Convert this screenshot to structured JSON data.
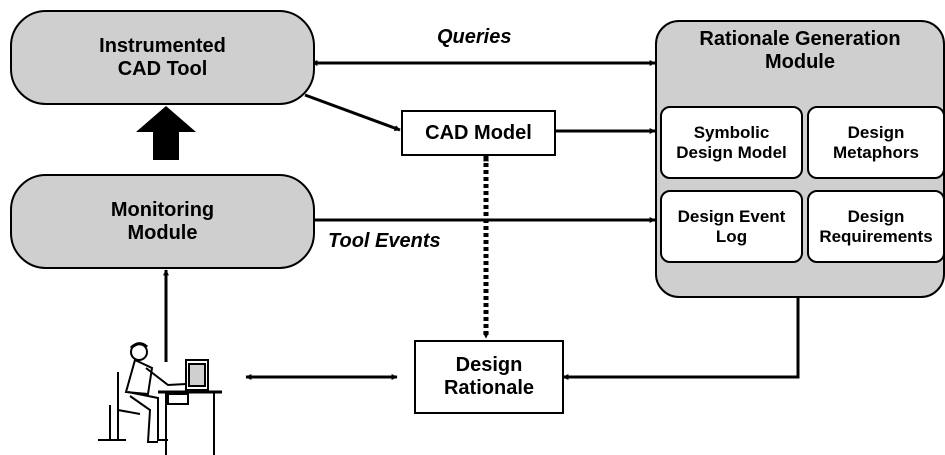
{
  "nodes": {
    "cad_tool": {
      "line1": "Instrumented",
      "line2": "CAD Tool"
    },
    "monitoring": {
      "line1": "Monitoring",
      "line2": "Module"
    },
    "cad_model": {
      "label": "CAD Model"
    },
    "design_rationale": {
      "line1": "Design",
      "line2": "Rationale"
    },
    "rgm": {
      "title_line1": "Rationale Generation",
      "title_line2": "Module",
      "submodules": [
        {
          "line1": "Symbolic",
          "line2": "Design Model"
        },
        {
          "line1": "Design",
          "line2": "Metaphors"
        },
        {
          "line1": "Design Event",
          "line2": "Log"
        },
        {
          "line1": "Design",
          "line2": "Requirements"
        }
      ]
    }
  },
  "edge_labels": {
    "queries": "Queries",
    "tool_events": "Tool Events"
  },
  "icons": {
    "designer": "designer-at-workstation-icon"
  }
}
